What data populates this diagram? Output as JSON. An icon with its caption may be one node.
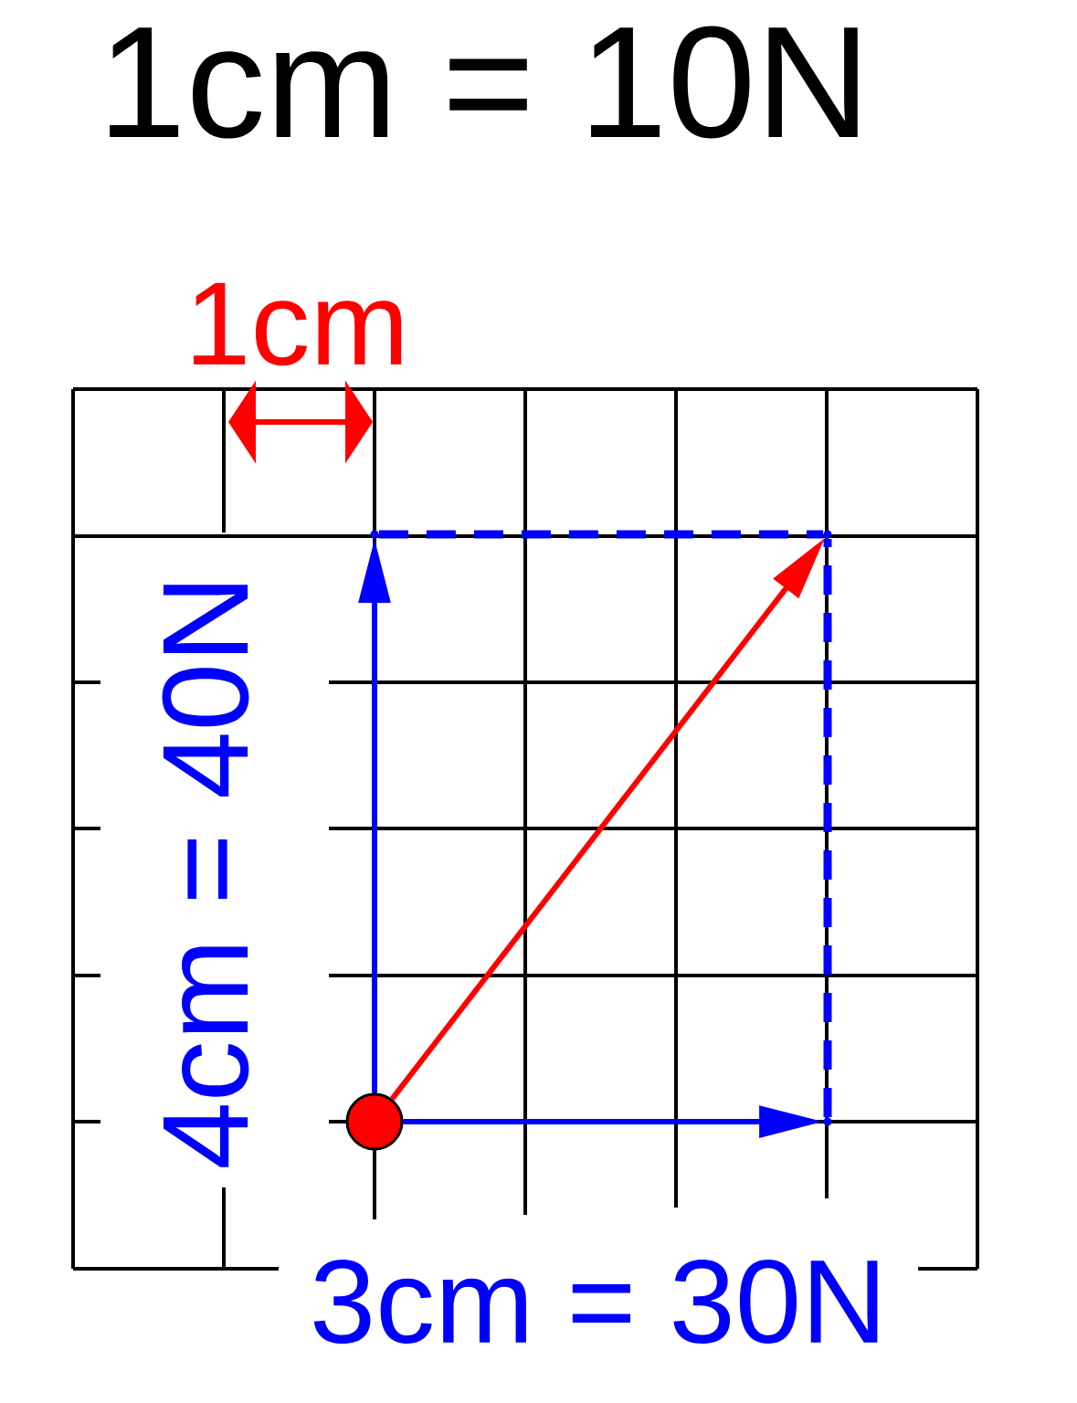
{
  "diagram": {
    "title": "1cm = 10N",
    "nodes": [
      {
        "text": [],
        "shape": "circle"
      },
      {
        "text": [],
        "shape": "point"
      },
      {
        "text": [],
        "shape": "point"
      },
      {
        "text": [],
        "shape": "point"
      }
    ],
    "edges": [
      {
        "from": 0,
        "to": 1,
        "arrow": "to"
      },
      {
        "from": 0,
        "to": 3,
        "arrow": "to"
      },
      {
        "from": 0,
        "to": 2,
        "arrow": "to",
        "color": "#ff0000"
      },
      {
        "from": 1,
        "to": 2,
        "arrow": "none",
        "style": "dashed"
      },
      {
        "from": 3,
        "to": 2,
        "arrow": "none",
        "style": "dashed"
      }
    ],
    "labels": [
      "1cm",
      "4cm = 40N",
      "3cm = 30N"
    ]
  }
}
